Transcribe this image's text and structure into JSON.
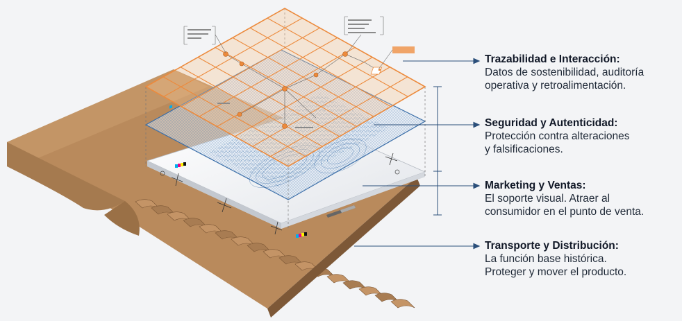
{
  "layers": [
    {
      "title": "Trazabilidad e Interacción:",
      "description_lines": [
        "Datos de sostenibilidad, auditoría",
        "operativa y retroalimentación."
      ]
    },
    {
      "title": "Seguridad y Autenticidad:",
      "description_lines": [
        "Protección contra alteraciones",
        "y falsificaciones."
      ]
    },
    {
      "title": "Marketing y Ventas:",
      "description_lines": [
        "El soporte visual. Atraer al",
        "consumidor en el punto de venta."
      ]
    },
    {
      "title": "Transporte y Distribución:",
      "description_lines": [
        "La función base histórica.",
        "Proteger y mover el producto."
      ]
    }
  ],
  "colors": {
    "orange": "#ec8a3c",
    "blue": "#3a6ea8",
    "cardboard": "#b98a5c",
    "cardboard_dark": "#8a6340",
    "leader": "#2b4f7a",
    "background": "#f3f4f6"
  },
  "icons": [
    "qr-code-icon",
    "registration-mark-icon",
    "cmyk-color-bar-icon"
  ]
}
